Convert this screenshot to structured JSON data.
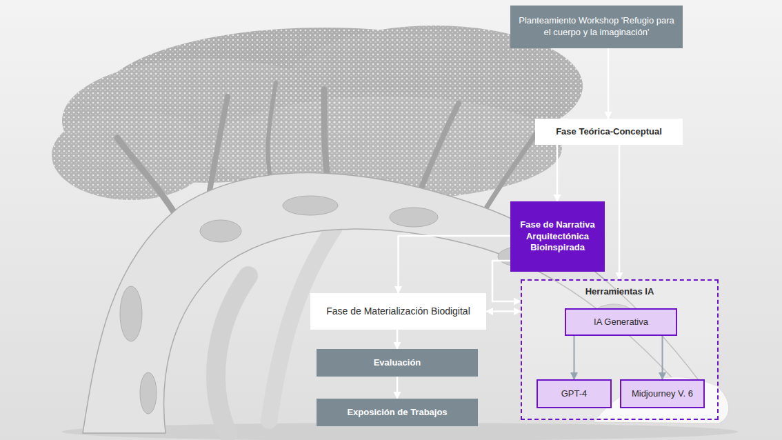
{
  "diagram": {
    "nodes": [
      {
        "text": [
          "Planteamiento Workshop 'Refugio para el cuerpo y la imaginación'"
        ]
      },
      {
        "text": [
          "Fase Teórica-Conceptual"
        ]
      },
      {
        "text": [
          "Fase de Narrativa Arquitectónica Bioinspirada"
        ]
      },
      {
        "text": [
          "Fase de Materialización Biodigital"
        ]
      },
      {
        "text": [
          "Herramientas IA"
        ]
      },
      {
        "text": [
          "IA Generativa"
        ],
        "in": 4
      },
      {
        "text": [
          "GPT-4"
        ],
        "in": 4
      },
      {
        "text": [
          "Midjourney V. 6"
        ],
        "in": 4
      },
      {
        "text": [
          "Evaluación"
        ]
      },
      {
        "text": [
          "Exposición de Trabajos"
        ]
      }
    ],
    "edges": [
      {
        "from": 0,
        "to": 1,
        "arrow": "to"
      },
      {
        "from": 1,
        "to": 2,
        "arrow": "to"
      },
      {
        "from": 1,
        "to": 4,
        "arrow": "to"
      },
      {
        "from": 2,
        "to": 3,
        "arrow": "to"
      },
      {
        "from": 2,
        "to": 4,
        "arrow": "to"
      },
      {
        "from": 3,
        "to": 4,
        "arrow": "both"
      },
      {
        "from": 5,
        "to": 6,
        "arrow": "to"
      },
      {
        "from": 5,
        "to": 7,
        "arrow": "to"
      },
      {
        "from": 3,
        "to": 8,
        "arrow": "to"
      },
      {
        "from": 8,
        "to": 9,
        "arrow": "to"
      }
    ]
  }
}
